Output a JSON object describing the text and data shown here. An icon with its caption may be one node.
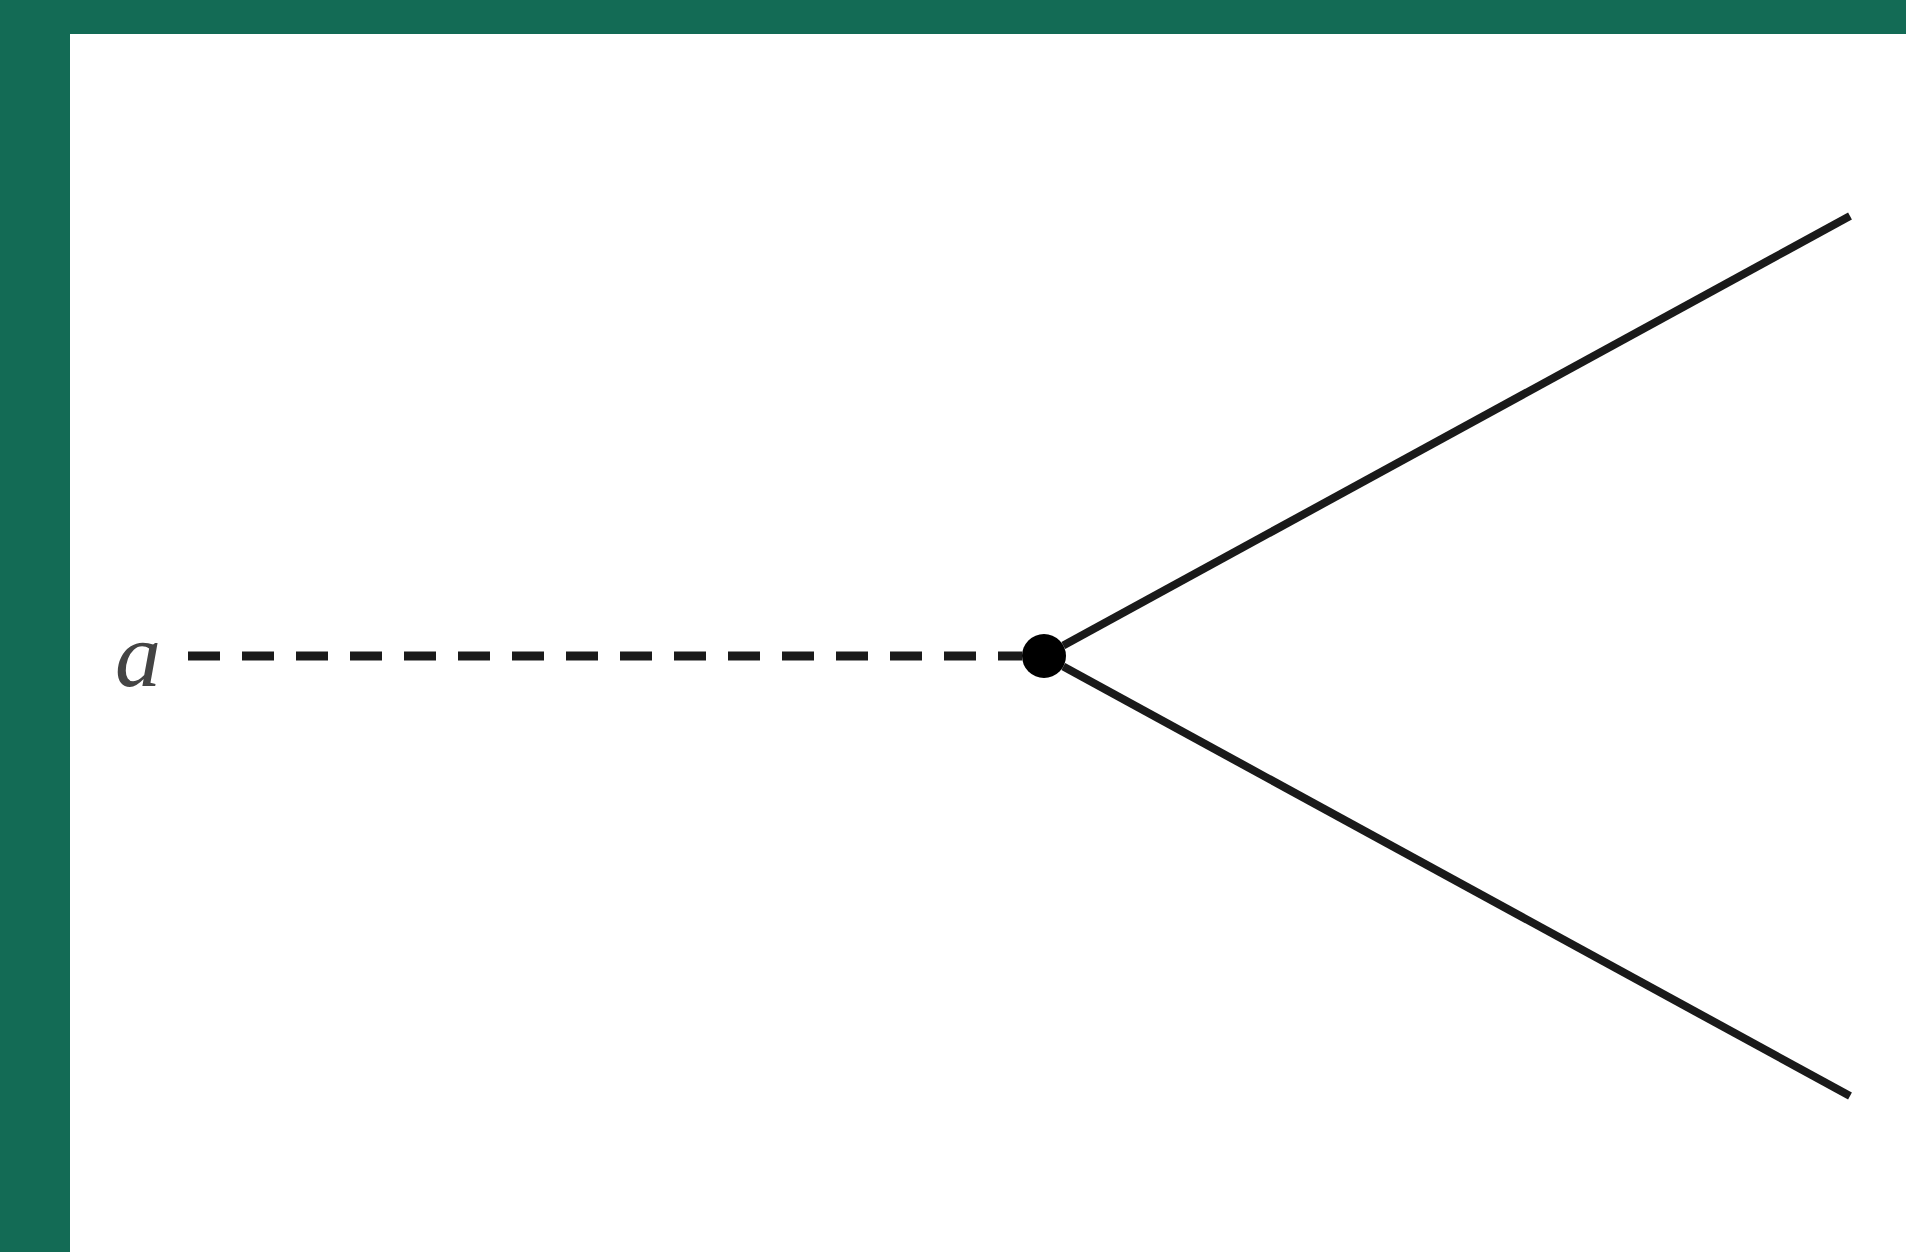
{
  "diagram": {
    "nodes": [
      {
        "text": [
          "a"
        ]
      },
      {
        "text": [],
        "shape": "circle"
      }
    ],
    "edges": [
      {
        "from": 0,
        "to": 1,
        "arrow": "none",
        "style": "dashed"
      },
      {
        "from": 1,
        "to": null,
        "arrow": "none"
      },
      {
        "from": 1,
        "to": null,
        "arrow": "none"
      }
    ]
  }
}
